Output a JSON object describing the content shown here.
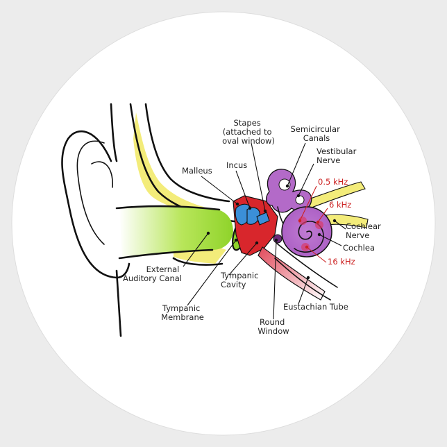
{
  "labels": {
    "stapes": [
      "Stapes",
      "(attached to",
      "oval window)"
    ],
    "semicircular": [
      "Semicircular",
      "Canals"
    ],
    "vestibular": [
      "Vestibular",
      "Nerve"
    ],
    "malleus": "Malleus",
    "incus": "Incus",
    "khz_05": "0.5 kHz",
    "khz_6": "6 kHz",
    "khz_16": "16 kHz",
    "cochlear_nerve": [
      "Cochlear",
      "Nerve"
    ],
    "cochlea": "Cochlea",
    "external": [
      "External",
      "Auditory Canal"
    ],
    "tympanic_cavity": [
      "Tympanic",
      "Cavity"
    ],
    "tympanic_membrane": [
      "Tympanic",
      "Membrane"
    ],
    "round_window": [
      "Round",
      "Window"
    ],
    "eustachian": "Eustachian Tube"
  },
  "colors": {
    "sticker": "#ffffff",
    "background": "#ececec",
    "canal_green": "#9fdc3c",
    "bone_yellow": "#f3ec7a",
    "middle_ear_red": "#d8262c",
    "ossicle_blue": "#3b8fd8",
    "cochlea_purple": "#b36ac8",
    "frequency_red": "#cc2222"
  }
}
